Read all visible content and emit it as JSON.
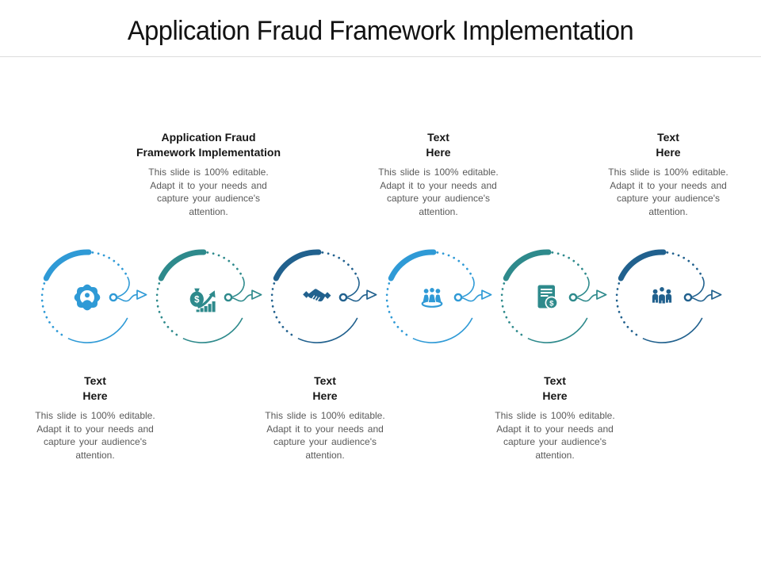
{
  "slide": {
    "title": "Application Fraud Framework Implementation",
    "colors": {
      "light_blue": "#2F9AD6",
      "teal": "#2E8A8C",
      "dark_blue": "#21618E",
      "heading_text": "#161616",
      "body_text": "#595959",
      "divider": "#dcdcdc"
    }
  },
  "blocks": [
    {
      "heading": "Text\nHere",
      "row": "bottom",
      "node_index": 0,
      "body": "This slide is 100% editable. Adapt it to your needs and capture your audience's attention."
    },
    {
      "heading": "Application Fraud\nFramework Implementation",
      "row": "top",
      "node_index": 1,
      "body": "This slide is 100% editable. Adapt it to your needs and capture your audience's attention."
    },
    {
      "heading": "Text\nHere",
      "row": "bottom",
      "node_index": 2,
      "body": "This slide is 100% editable. Adapt it to your needs and capture your audience's attention."
    },
    {
      "heading": "Text\nHere",
      "row": "top",
      "node_index": 3,
      "body": "This slide is 100% editable. Adapt it to your needs and capture your audience's attention."
    },
    {
      "heading": "Text\nHere",
      "row": "bottom",
      "node_index": 4,
      "body": "This slide is 100% editable. Adapt it to your needs and capture your audience's attention."
    },
    {
      "heading": "Text\nHere",
      "row": "top",
      "node_index": 5,
      "body": "This slide is 100% editable. Adapt it to your needs and capture your audience's attention."
    }
  ],
  "timeline": {
    "nodes": [
      {
        "icon": "gear-user",
        "label": "gear-user-icon",
        "color": "#2F9AD6"
      },
      {
        "icon": "money-bag-growth",
        "label": "money-growth-icon",
        "color": "#2E8A8C"
      },
      {
        "icon": "handshake",
        "label": "handshake-icon",
        "color": "#21618E"
      },
      {
        "icon": "team-platform",
        "label": "team-platform-icon",
        "color": "#2F9AD6"
      },
      {
        "icon": "invoice-dollar",
        "label": "invoice-dollar-icon",
        "color": "#2E8A8C"
      },
      {
        "icon": "staff-group",
        "label": "staff-group-icon",
        "color": "#21618E"
      }
    ],
    "money_symbol": "$"
  }
}
